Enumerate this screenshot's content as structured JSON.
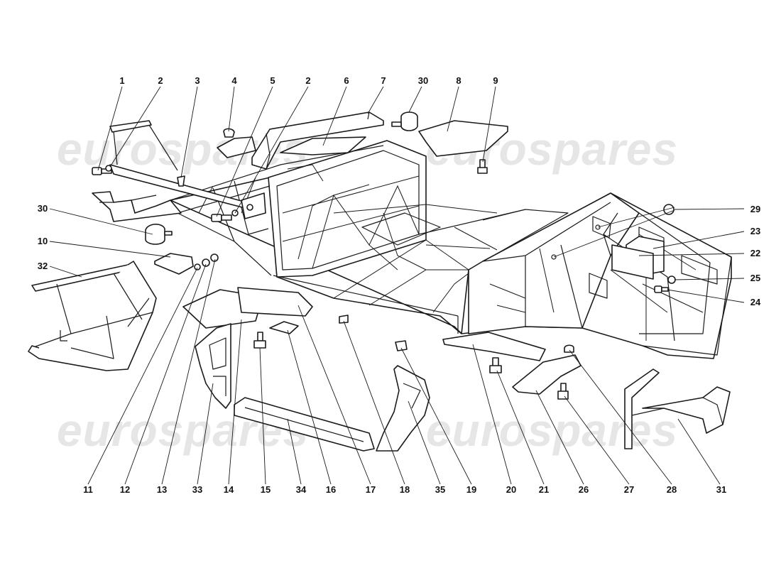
{
  "watermark": {
    "text": "eurospares"
  },
  "callouts": [
    {
      "id": "c1",
      "text": "1"
    },
    {
      "id": "c2a",
      "text": "2"
    },
    {
      "id": "c3",
      "text": "3"
    },
    {
      "id": "c4",
      "text": "4"
    },
    {
      "id": "c5",
      "text": "5"
    },
    {
      "id": "c2b",
      "text": "2"
    },
    {
      "id": "c6",
      "text": "6"
    },
    {
      "id": "c7",
      "text": "7"
    },
    {
      "id": "c30a",
      "text": "30"
    },
    {
      "id": "c8",
      "text": "8"
    },
    {
      "id": "c9",
      "text": "9"
    },
    {
      "id": "c30b",
      "text": "30"
    },
    {
      "id": "c10",
      "text": "10"
    },
    {
      "id": "c32",
      "text": "32"
    },
    {
      "id": "c29",
      "text": "29"
    },
    {
      "id": "c23",
      "text": "23"
    },
    {
      "id": "c22",
      "text": "22"
    },
    {
      "id": "c25",
      "text": "25"
    },
    {
      "id": "c24",
      "text": "24"
    },
    {
      "id": "c11",
      "text": "11"
    },
    {
      "id": "c12",
      "text": "12"
    },
    {
      "id": "c13",
      "text": "13"
    },
    {
      "id": "c33",
      "text": "33"
    },
    {
      "id": "c14",
      "text": "14"
    },
    {
      "id": "c15",
      "text": "15"
    },
    {
      "id": "c34",
      "text": "34"
    },
    {
      "id": "c16",
      "text": "16"
    },
    {
      "id": "c17",
      "text": "17"
    },
    {
      "id": "c18",
      "text": "18"
    },
    {
      "id": "c35",
      "text": "35"
    },
    {
      "id": "c19",
      "text": "19"
    },
    {
      "id": "c20",
      "text": "20"
    },
    {
      "id": "c21",
      "text": "21"
    },
    {
      "id": "c26",
      "text": "26"
    },
    {
      "id": "c27",
      "text": "27"
    },
    {
      "id": "c28",
      "text": "28"
    },
    {
      "id": "c31",
      "text": "31"
    }
  ]
}
